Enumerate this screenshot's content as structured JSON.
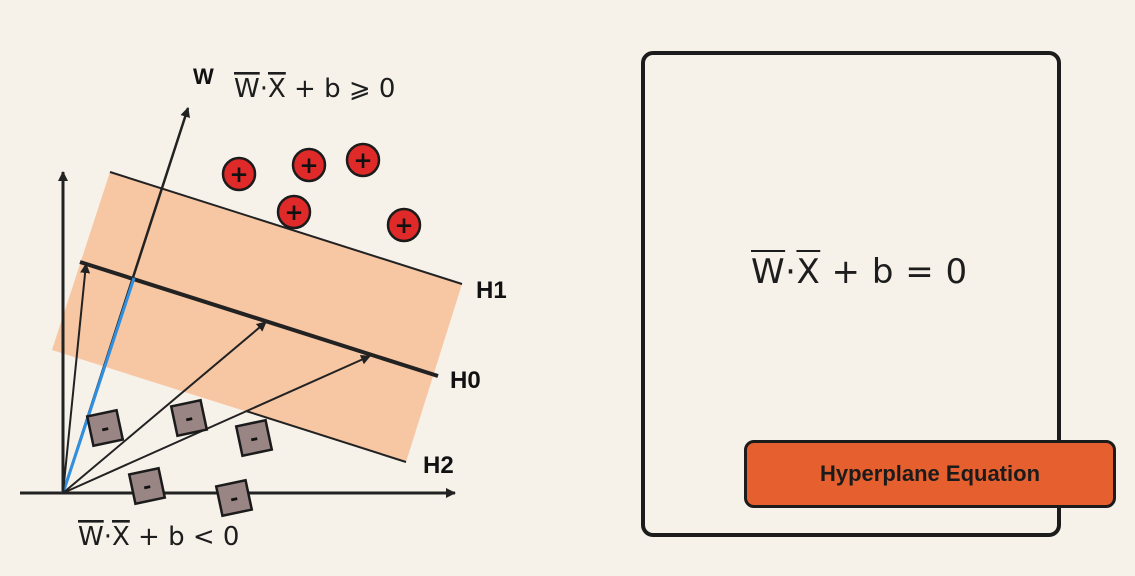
{
  "diagram": {
    "w_label": "W",
    "eq_positive": {
      "w": "W",
      "dot": "·",
      "x": "X",
      "rest": " + b ⩾ 0"
    },
    "eq_negative": {
      "w": "W",
      "dot": "·",
      "x": "X",
      "rest": " + b < 0"
    },
    "hyperplanes": {
      "h1": "H1",
      "h0": "H0",
      "h2": "H2"
    },
    "positive_symbol": "+",
    "negative_symbol": "-",
    "colors": {
      "margin_band": "#f7c6a3",
      "positive_point": "#e02a2a",
      "negative_point": "#9a8585",
      "w_projection": "#2f8fe0",
      "lines": "#222222"
    }
  },
  "card": {
    "equation": {
      "w": "W",
      "dot": "·",
      "x": "X",
      "rest": " + b = 0"
    },
    "badge_label": "Hyperplane Equation"
  }
}
